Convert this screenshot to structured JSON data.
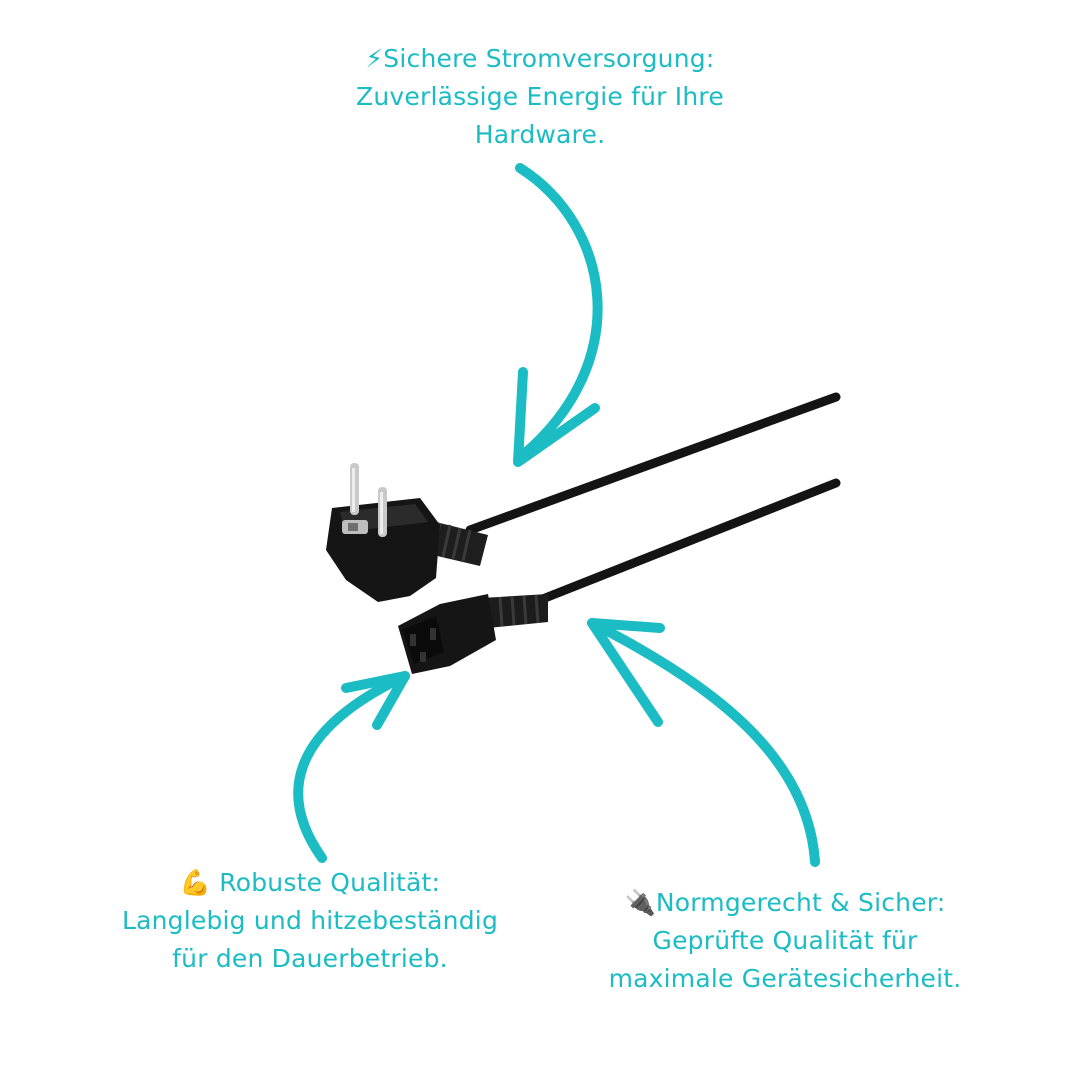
{
  "accent_color": "#1bbcc4",
  "image_subject": "power-cable",
  "callouts": {
    "top": {
      "icon": "lightning-icon",
      "lines": [
        "⚡Sichere Stromversorgung:",
        "Zuverlässige Energie für Ihre",
        "Hardware."
      ]
    },
    "bottom_left": {
      "icon": "flexed-biceps-icon",
      "lines": [
        "💪 Robuste Qualität:",
        "Langlebig und hitzebeständig",
        "für den Dauerbetrieb."
      ]
    },
    "bottom_right": {
      "icon": "plug-icon",
      "lines": [
        "🔌Normgerecht & Sicher:",
        "Geprüfte Qualität für",
        "maximale Gerätesicherheit."
      ]
    }
  }
}
